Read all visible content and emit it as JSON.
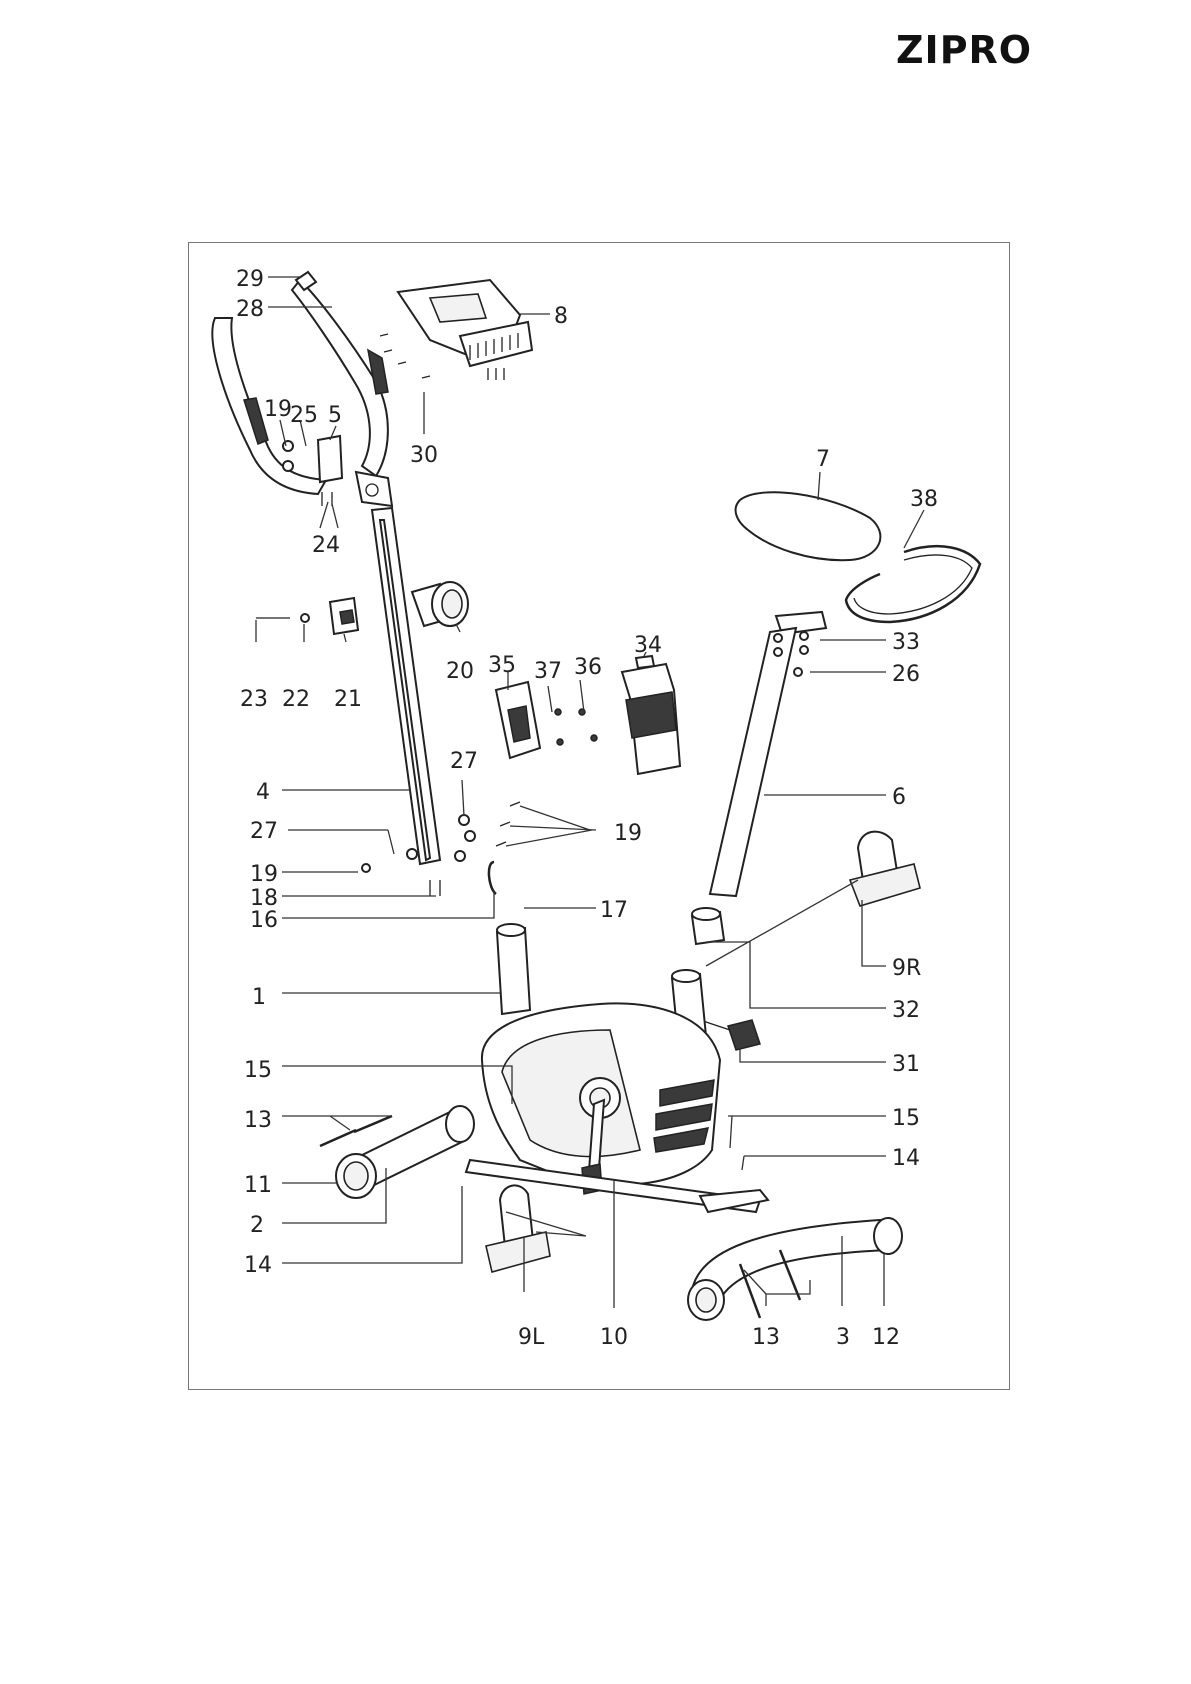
{
  "brand": {
    "logo_text": "ZIPRO"
  },
  "labels": [
    {
      "id": "29",
      "text": "29"
    },
    {
      "id": "28",
      "text": "28"
    },
    {
      "id": "8",
      "text": "8"
    },
    {
      "id": "19a",
      "text": "19"
    },
    {
      "id": "25",
      "text": "25"
    },
    {
      "id": "5",
      "text": "5"
    },
    {
      "id": "30",
      "text": "30"
    },
    {
      "id": "24",
      "text": "24"
    },
    {
      "id": "7",
      "text": "7"
    },
    {
      "id": "38",
      "text": "38"
    },
    {
      "id": "23",
      "text": "23"
    },
    {
      "id": "22",
      "text": "22"
    },
    {
      "id": "21",
      "text": "21"
    },
    {
      "id": "20",
      "text": "20"
    },
    {
      "id": "35",
      "text": "35"
    },
    {
      "id": "37",
      "text": "37"
    },
    {
      "id": "36",
      "text": "36"
    },
    {
      "id": "34",
      "text": "34"
    },
    {
      "id": "33",
      "text": "33"
    },
    {
      "id": "26",
      "text": "26"
    },
    {
      "id": "27a",
      "text": "27"
    },
    {
      "id": "4",
      "text": "4"
    },
    {
      "id": "6",
      "text": "6"
    },
    {
      "id": "27b",
      "text": "27"
    },
    {
      "id": "19b",
      "text": "19"
    },
    {
      "id": "19c",
      "text": "19"
    },
    {
      "id": "18",
      "text": "18"
    },
    {
      "id": "16",
      "text": "16"
    },
    {
      "id": "17",
      "text": "17"
    },
    {
      "id": "9R",
      "text": "9R"
    },
    {
      "id": "1",
      "text": "1"
    },
    {
      "id": "32",
      "text": "32"
    },
    {
      "id": "31",
      "text": "31"
    },
    {
      "id": "15a",
      "text": "15"
    },
    {
      "id": "13a",
      "text": "13"
    },
    {
      "id": "15b",
      "text": "15"
    },
    {
      "id": "14a",
      "text": "14"
    },
    {
      "id": "11",
      "text": "11"
    },
    {
      "id": "2",
      "text": "2"
    },
    {
      "id": "14b",
      "text": "14"
    },
    {
      "id": "9L",
      "text": "9L"
    },
    {
      "id": "10",
      "text": "10"
    },
    {
      "id": "13b",
      "text": "13"
    },
    {
      "id": "3",
      "text": "3"
    },
    {
      "id": "12",
      "text": "12"
    }
  ]
}
